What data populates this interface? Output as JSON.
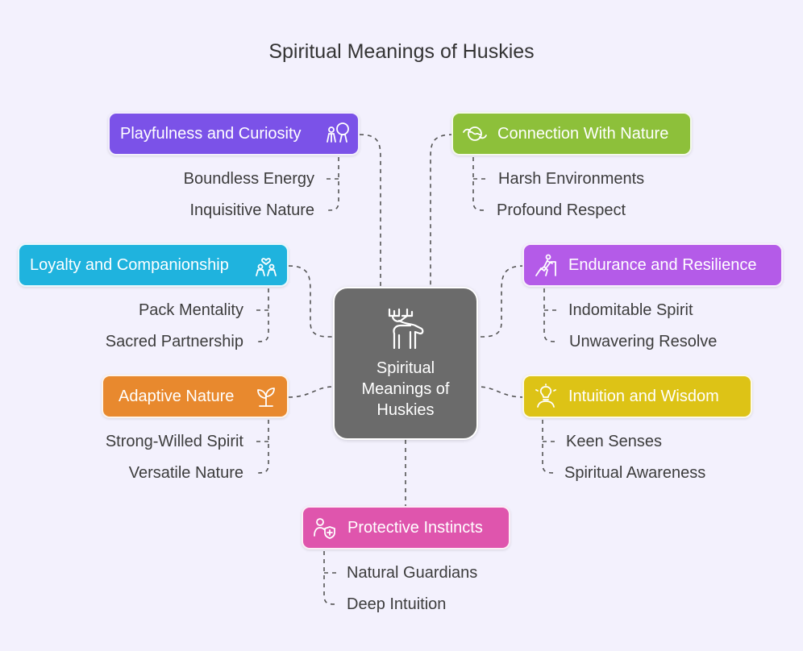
{
  "title": "Spiritual Meanings of Huskies",
  "center": {
    "label": "Spiritual\nMeanings of\nHuskies",
    "icon": "moose-icon"
  },
  "branches": [
    {
      "key": "playfulness",
      "label": "Playfulness and Curiosity",
      "color": "#7b52e8",
      "icon": "playful-figures-icon",
      "children": [
        "Boundless Energy",
        "Inquisitive Nature"
      ]
    },
    {
      "key": "nature",
      "label": "Connection With Nature",
      "color": "#8dc03a",
      "icon": "earth-hands-icon",
      "children": [
        "Harsh Environments",
        "Profound Respect"
      ]
    },
    {
      "key": "loyalty",
      "label": "Loyalty and Companionship",
      "color": "#1fb3de",
      "icon": "heart-people-icon",
      "children": [
        "Pack Mentality",
        "Sacred Partnership"
      ]
    },
    {
      "key": "endurance",
      "label": "Endurance and Resilience",
      "color": "#b45be8",
      "icon": "climber-icon",
      "children": [
        "Indomitable Spirit",
        "Unwavering Resolve"
      ]
    },
    {
      "key": "adaptive",
      "label": "Adaptive Nature",
      "color": "#e8892e",
      "icon": "sprout-icon",
      "children": [
        "Strong-Willed Spirit",
        "Versatile Nature"
      ]
    },
    {
      "key": "intuition",
      "label": "Intuition and Wisdom",
      "color": "#ddc316",
      "icon": "lightbulb-person-icon",
      "children": [
        "Keen Senses",
        "Spiritual Awareness"
      ]
    },
    {
      "key": "protective",
      "label": "Protective Instincts",
      "color": "#df55ad",
      "icon": "shield-person-icon",
      "children": [
        "Natural Guardians",
        "Deep Intuition"
      ]
    }
  ]
}
